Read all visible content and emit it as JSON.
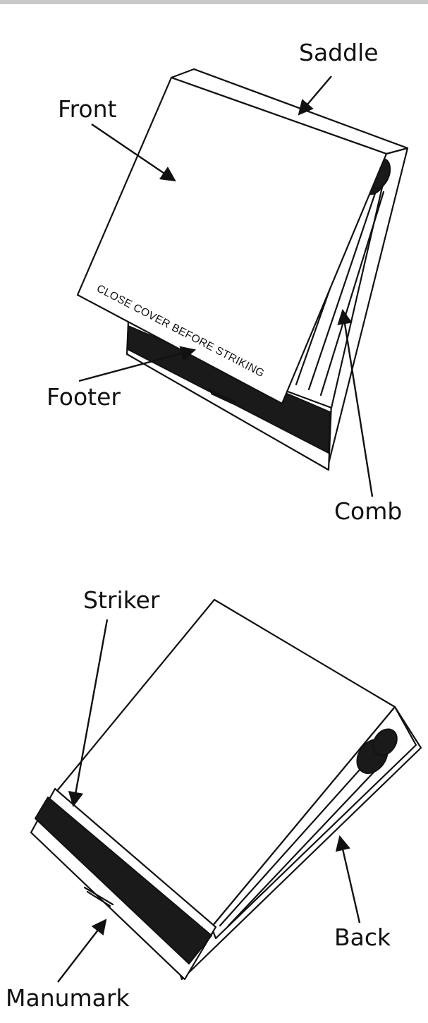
{
  "labels": {
    "saddle": "Saddle",
    "front": "Front",
    "footer": "Footer",
    "comb": "Comb",
    "striker": "Striker",
    "back": "Back",
    "manumark": "Manumark"
  },
  "cover_text": "CLOSE COVER BEFORE STRIKING",
  "colors": {
    "ink": "#111111",
    "paper": "#ffffff",
    "top_rule": "#c8c8c8"
  }
}
